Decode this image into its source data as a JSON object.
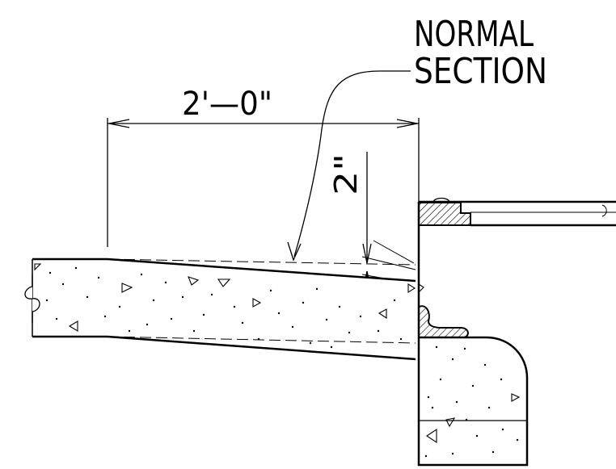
{
  "drawing": {
    "callout_line1": "NORMAL",
    "callout_line2": "SECTION",
    "width_dimension": "2'—0\"",
    "depth_dimension": "2\""
  }
}
